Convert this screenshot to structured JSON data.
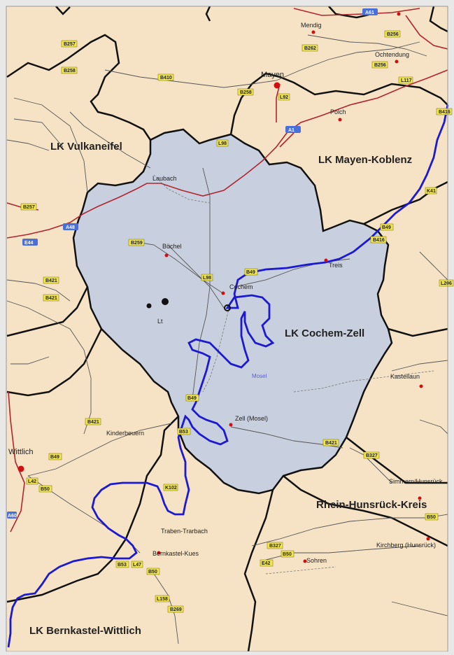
{
  "colors": {
    "land": "#f6e3c6",
    "district_fill": "#c8d0df",
    "border": "#111111",
    "road_red": "#b0262e",
    "road_gray": "#555555",
    "river": "#1c1ad0",
    "road_shield": "#f2e64a",
    "autobahn_shield": "#4a6fd8",
    "place_dot": "#d01010"
  },
  "districts": {
    "vulkaneifel": "LK Vulkaneifel",
    "mayen_koblenz": "LK Mayen-Koblenz",
    "cochem_zell": "LK Cochem-Zell",
    "rhein_hunsrueck": "Rhein-Hunsrück-Kreis",
    "bernkastel_wittlich": "LK Bernkastel-Wittlich"
  },
  "places": {
    "mendig": "Mendig",
    "ochtendung": "Ochtendung",
    "mayen": "Mayen",
    "polch": "Polch",
    "laubach": "Laubach",
    "buechel": "Büchel",
    "cochem": "Cochem",
    "treis": "Treis",
    "lt": "Lt",
    "zell": "Zell (Mosel)",
    "kastellaun": "Kastellaun",
    "kinderbeuern": "Kinderbeuern",
    "wittlich": "Wittlich",
    "traben_trarbach": "Traben-Trarbach",
    "bernkastel_kues": "Bernkastel-Kues",
    "simmern": "Simmern/Hunsrück",
    "kirchberg": "Kirchberg (Hunsrück)",
    "sohren": "Sohren"
  },
  "rivers": {
    "mosel": "Mosel"
  },
  "roads": {
    "a61": "A61",
    "a48": "A48",
    "a1": "A1",
    "e44": "E44",
    "a60": "A60",
    "b257a": "B257",
    "b258a": "B258",
    "b256a": "B256",
    "b262": "B262",
    "b256b": "B256",
    "l117": "L117",
    "b410": "B410",
    "b258b": "B258",
    "l92": "L92",
    "b416": "B416",
    "l98a": "L98",
    "b257b": "B257",
    "k41": "K41",
    "b49a": "B49",
    "b416b": "B416",
    "b259": "B259",
    "b49b": "B49",
    "l98b": "L98",
    "b421a": "B421",
    "b421b": "B421",
    "l206": "L206",
    "b49c": "B49",
    "b421c": "B421",
    "b53a": "B53",
    "b421d": "B421",
    "b327a": "B327",
    "b49d": "B49",
    "l42": "L42",
    "b50a": "B50",
    "k102": "K102",
    "b50b": "B50",
    "b327b": "B327",
    "b50c": "B50",
    "e42": "E42",
    "b53b": "B53",
    "l47": "L47",
    "b50d": "B50",
    "l158": "L158",
    "b269": "B269"
  }
}
